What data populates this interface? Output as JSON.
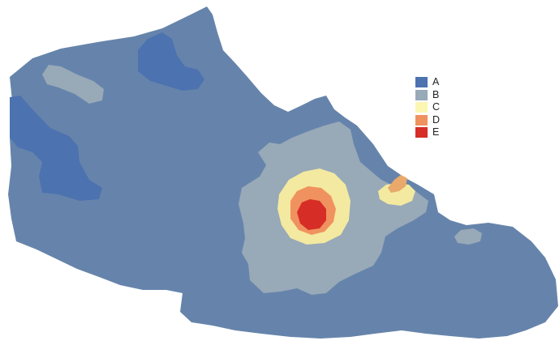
{
  "legend": [
    {
      "label": "A",
      "color": "#4c72b0"
    },
    {
      "label": "B",
      "color": "#98a9b8"
    },
    {
      "label": "C",
      "color": "#fbf6b2"
    },
    {
      "label": "D",
      "color": "#f0925f"
    },
    {
      "label": "E",
      "color": "#d62d27"
    }
  ],
  "colors": {
    "base_region": "#6684ab",
    "dark_region": "#4c72b0",
    "light_region": "#98a9b8",
    "hotspot_c": "#f3e9a0",
    "hotspot_d": "#f0925f",
    "hotspot_e": "#d62d27",
    "background": "#ffffff"
  }
}
